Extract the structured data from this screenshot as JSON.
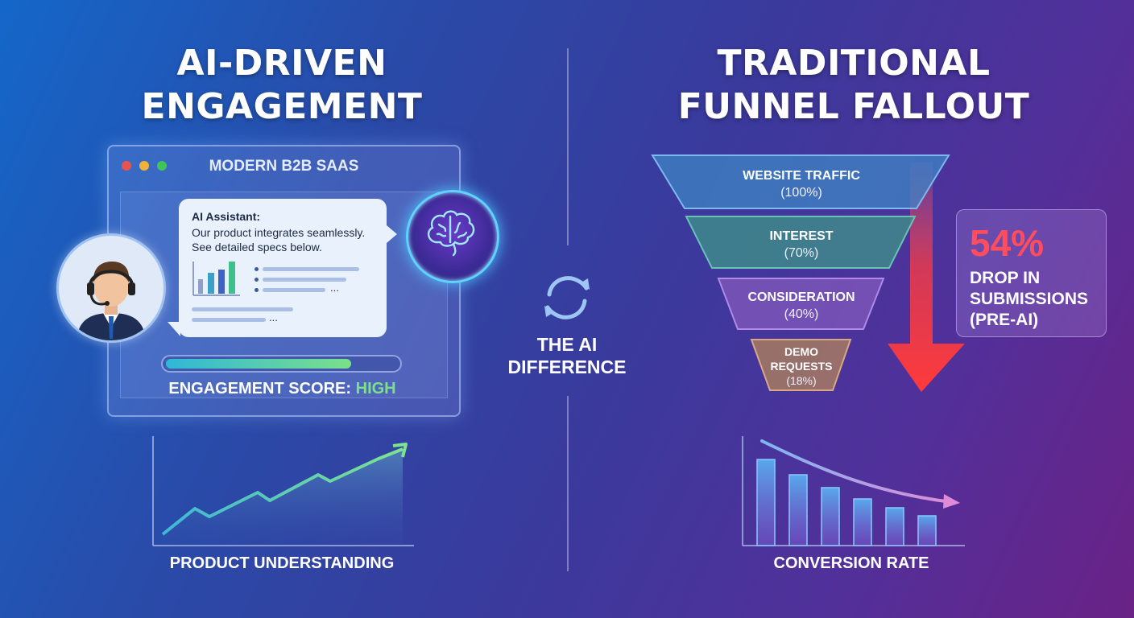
{
  "left": {
    "title_line1": "AI-DRIVEN",
    "title_line2": "ENGAGEMENT",
    "browser_title": "MODERN B2B SAAS",
    "chat": {
      "sender": "AI Assistant:",
      "line1": "Our product integrates seamlessly.",
      "line2": "See detailed specs below.",
      "ellipsis": "..."
    },
    "engagement": {
      "label": "ENGAGEMENT SCORE:",
      "value": "HIGH",
      "level": 0.8
    },
    "chart_label": "PRODUCT UNDERSTANDING"
  },
  "center": {
    "line1": "THE AI",
    "line2": "DIFFERENCE"
  },
  "right": {
    "title_line1": "TRADITIONAL",
    "title_line2": "FUNNEL FALLOUT",
    "funnel": [
      {
        "name": "WEBSITE TRAFFIC",
        "pct": "(100%)",
        "color": "#3f86c6"
      },
      {
        "name": "INTEREST",
        "pct": "(70%)",
        "color": "#3f8f8a"
      },
      {
        "name": "CONSIDERATION",
        "pct": "(40%)",
        "color": "#7b55b9"
      },
      {
        "name_line1": "DEMO",
        "name_line2": "REQUESTS",
        "pct": "(18%)",
        "color": "#a67a62"
      }
    ],
    "drop": {
      "value": "54%",
      "line1": "DROP IN",
      "line2": "SUBMISSIONS",
      "line3": "(PRE-AI)",
      "color": "#ff4d5e"
    },
    "chart_label": "CONVERSION RATE"
  },
  "colors": {
    "accent_green": "#7ce08a",
    "accent_red": "#ff4d5e",
    "glow_blue": "#5fd2ff"
  },
  "icons": [
    "headset-agent-icon",
    "brain-icon",
    "refresh-cycle-icon",
    "down-arrow-icon",
    "trend-up-arrow-icon",
    "trend-down-arrow-icon",
    "mini-bar-chart-icon"
  ]
}
